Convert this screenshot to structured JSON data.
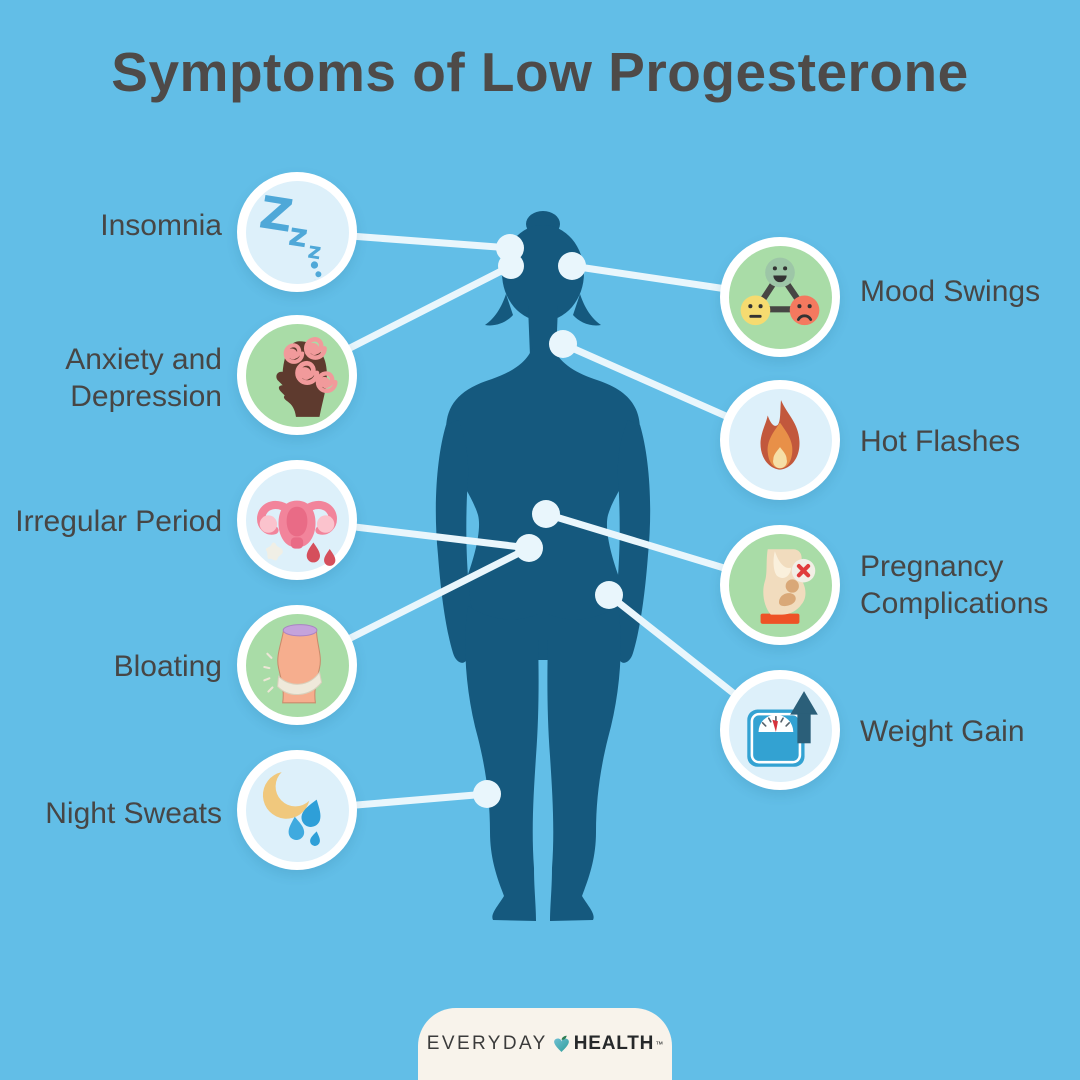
{
  "title": "Symptoms of Low Progesterone",
  "symptoms": {
    "left": [
      {
        "label": "Insomnia",
        "icon": "zzz-icon",
        "circle_color": "blue"
      },
      {
        "label": "Anxiety and Depression",
        "icon": "head-spirals-icon",
        "circle_color": "green"
      },
      {
        "label": "Irregular Period",
        "icon": "uterus-icon",
        "circle_color": "blue"
      },
      {
        "label": "Bloating",
        "icon": "belly-icon",
        "circle_color": "green"
      },
      {
        "label": "Night Sweats",
        "icon": "moon-sweat-icon",
        "circle_color": "blue"
      }
    ],
    "right": [
      {
        "label": "Mood Swings",
        "icon": "mood-faces-icon",
        "circle_color": "green"
      },
      {
        "label": "Hot Flashes",
        "icon": "flame-icon",
        "circle_color": "blue"
      },
      {
        "label": "Pregnancy Complications",
        "icon": "pregnancy-x-icon",
        "circle_color": "green"
      },
      {
        "label": "Weight Gain",
        "icon": "scale-arrow-icon",
        "circle_color": "blue"
      }
    ]
  },
  "icons": {
    "zzz_text": [
      "Z",
      "z",
      "z"
    ]
  },
  "footer": {
    "brand_left": "EVERYDAY",
    "brand_right": "HEALTH",
    "trademark": "™"
  },
  "colors": {
    "background": "#62BEE7",
    "body_silhouette": "#15597E",
    "connector": "#E9F6FC",
    "circle_ring": "#FFFFFF",
    "circle_blue": "#DDF0FA",
    "circle_green": "#A9DCA7",
    "title_text": "#4E4A48",
    "label_text": "#474645",
    "logo_background": "#F8F3EB",
    "zzz_blue": "#4FA8D8",
    "flame_red": "#C2583C",
    "heart_teal": "#3FA4A8"
  }
}
